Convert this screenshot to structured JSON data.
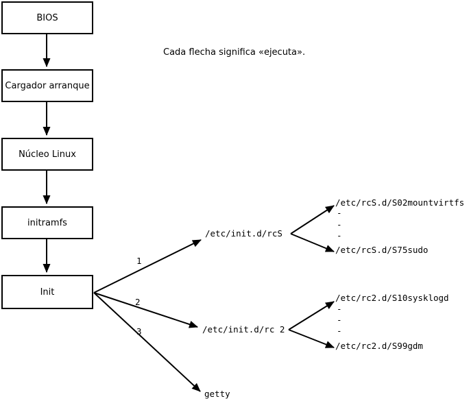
{
  "note": "Cada flecha significa «ejecuta».",
  "chain": [
    {
      "label": "BIOS"
    },
    {
      "label": "Cargador arranque"
    },
    {
      "label": "Núcleo Linux"
    },
    {
      "label": "initramfs"
    },
    {
      "label": "Init"
    }
  ],
  "init_children": [
    {
      "order": "1",
      "label": "/etc/init.d/rcS"
    },
    {
      "order": "2",
      "label": "/etc/init.d/rc 2"
    },
    {
      "order": "3",
      "label": "getty"
    }
  ],
  "rcS_scripts": {
    "first": "/etc/rcS.d/S02mountvirtfs",
    "ellipsis": [
      "-",
      "-",
      "-"
    ],
    "last": "/etc/rcS.d/S75sudo"
  },
  "rc2_scripts": {
    "first": "/etc/rc2.d/S10sysklogd",
    "ellipsis": [
      "-",
      "-",
      "-"
    ],
    "last": "/etc/rc2.d/S99gdm"
  },
  "colors": {
    "line": "#000000",
    "text": "#000000",
    "background": "#ffffff"
  }
}
